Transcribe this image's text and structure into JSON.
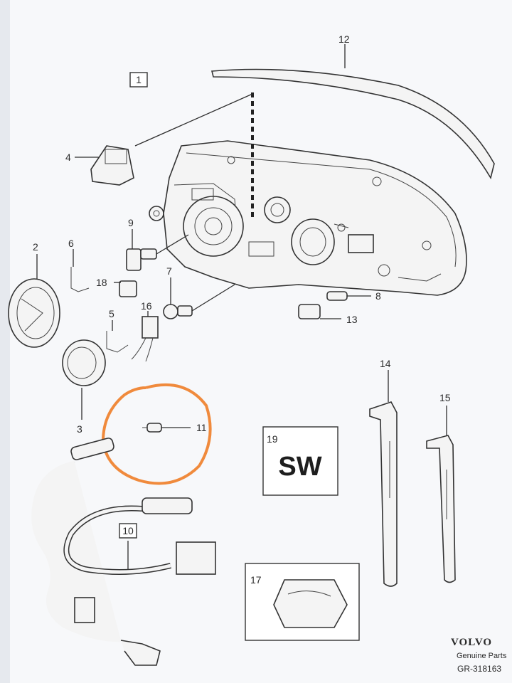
{
  "callouts": {
    "c1": "1",
    "c2": "2",
    "c3": "3",
    "c4": "4",
    "c5": "5",
    "c6": "6",
    "c7": "7",
    "c8": "8",
    "c9": "9",
    "c10": "10",
    "c11": "11",
    "c12": "12",
    "c13": "13",
    "c14": "14",
    "c15": "15",
    "c16": "16",
    "c17": "17",
    "c18": "18",
    "c19": "19"
  },
  "box19_text": "SW",
  "brand": {
    "logo": "VOLVO",
    "subtitle": "Genuine Parts",
    "code": "GR-318163"
  },
  "colors": {
    "page_background": "#f7f8fa",
    "line": "#2e2e2e",
    "highlight_circle": "#f08a3c"
  }
}
